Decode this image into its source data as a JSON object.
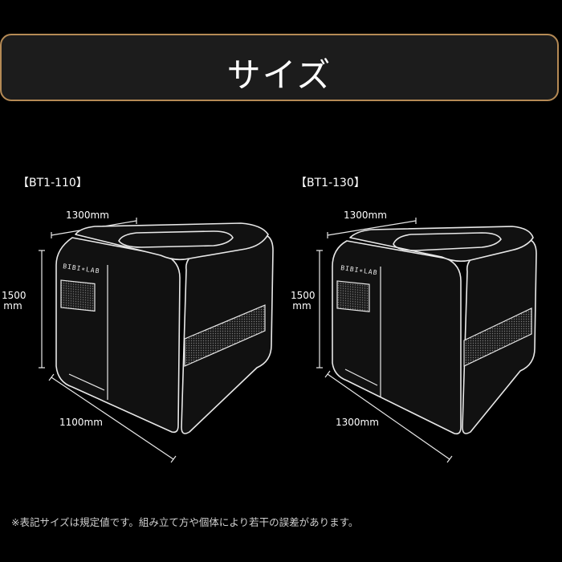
{
  "title": "サイズ",
  "products": [
    {
      "model": "【BT1-110】",
      "brand": "BIBI∗LAB",
      "width_label": "1300mm",
      "height_label_num": "1500",
      "height_label_unit": "mm",
      "depth_label": "1100mm"
    },
    {
      "model": "【BT1-130】",
      "brand": "BIBI∗LAB",
      "width_label": "1300mm",
      "height_label_num": "1500",
      "height_label_unit": "mm",
      "depth_label": "1300mm"
    }
  ],
  "footnote": "※表記サイズは規定値です。組み立て方や個体により若干の誤差があります。",
  "colors": {
    "frame_accent": "#b58a55",
    "outline": "#e8e8e8",
    "mesh": "#6a6a6a"
  }
}
